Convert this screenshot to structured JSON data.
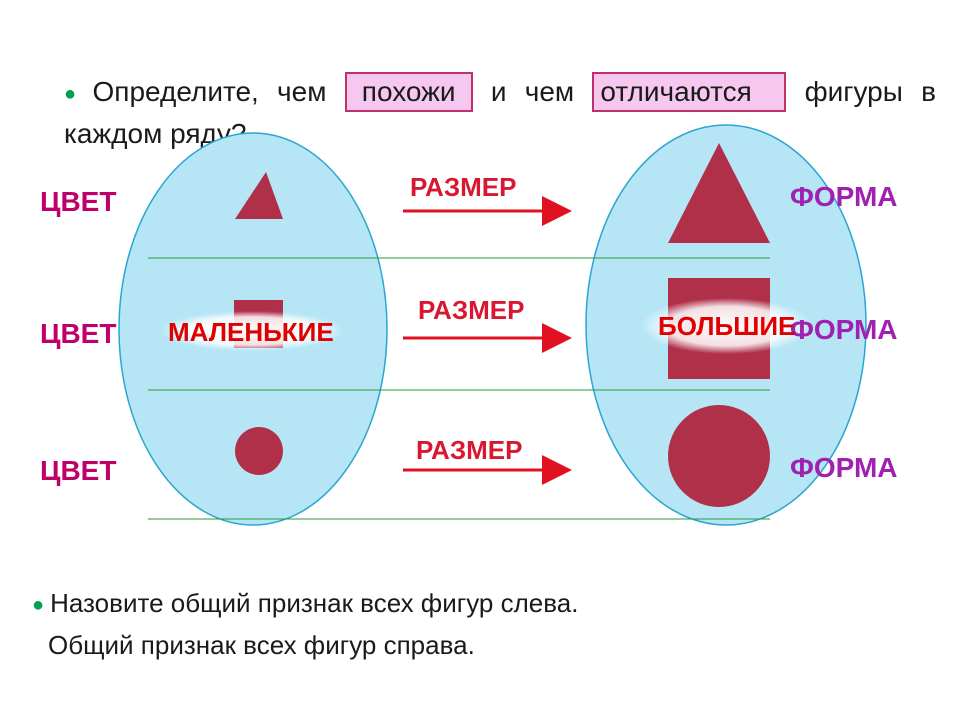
{
  "question": {
    "part1": "Определите, чем",
    "highlight1": "похожи",
    "part2": "и чем",
    "highlight2": "отличаются",
    "part3": "фигуры в каждом ряду?"
  },
  "rows": [
    {
      "left_label": "ЦВЕТ",
      "middle_label": "РАЗМЕР",
      "right_label": "ФОРМА"
    },
    {
      "left_label": "ЦВЕТ",
      "middle_label": "РАЗМЕР",
      "right_label": "ФОРМА"
    },
    {
      "left_label": "ЦВЕТ",
      "middle_label": "РАЗМЕР",
      "right_label": "ФОРМА"
    }
  ],
  "groups": {
    "left_caption": "МАЛЕНЬКИЕ",
    "right_caption": "БОЛЬШИЕ"
  },
  "bottom": {
    "line1": "Назовите общий признак всех фигур слева.",
    "line2": "Общий признак всех фигур справа."
  },
  "colors": {
    "shape_fill": "#b0304a",
    "ellipse_fill": "#b6e6f6",
    "ellipse_stroke": "#2aa6d0",
    "divider": "#2a9a3a",
    "arrow": "#e01020",
    "highlight_fill": "#f6c8ef",
    "highlight_border": "#c0306a"
  }
}
